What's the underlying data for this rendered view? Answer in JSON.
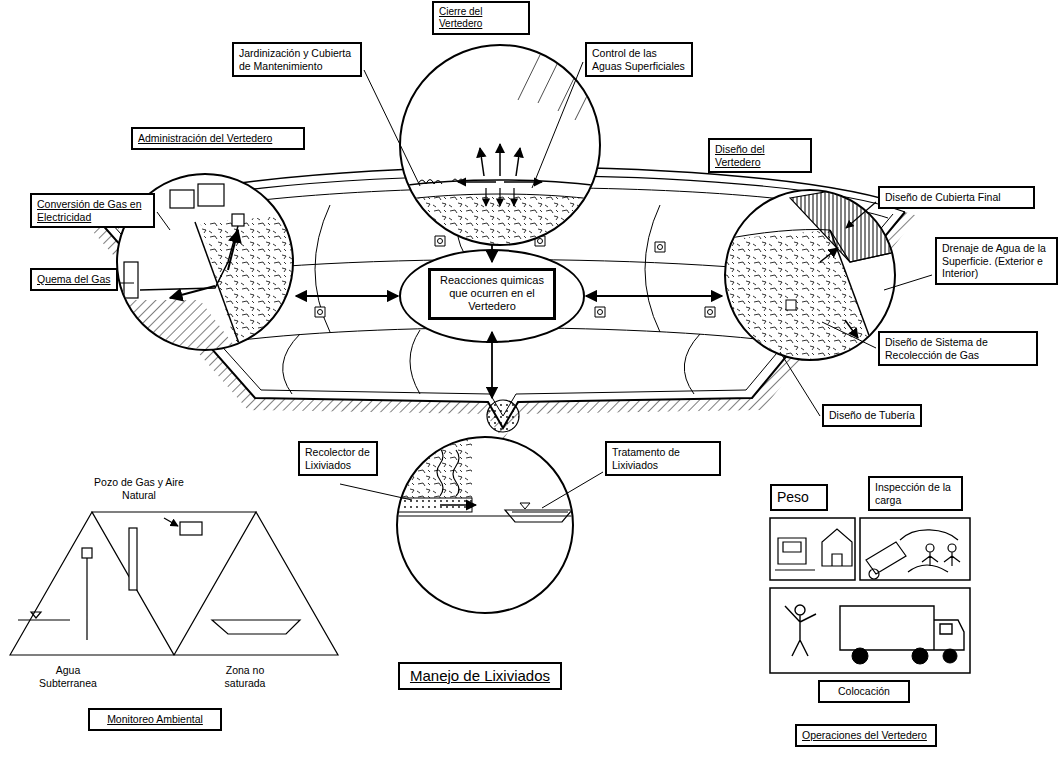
{
  "diagram": {
    "nodes": [
      {
        "text": [
          "Cierre del Vertedero"
        ]
      },
      {
        "text": [
          "Jardinización y Cubierta de Mantenimiento"
        ]
      },
      {
        "text": [
          "Control de las Aguas Superficiales"
        ]
      },
      {
        "text": [
          "Administración del Vertedero"
        ]
      },
      {
        "text": [
          "Diseño del Vertedero"
        ]
      },
      {
        "text": [
          "Conversión de Gas en Electricidad"
        ]
      },
      {
        "text": [
          "Diseño de Cubierta Final"
        ]
      },
      {
        "text": [
          "Quema del Gas"
        ]
      },
      {
        "text": [
          "Reacciones quimicas que ocurren en el Vertedero"
        ]
      },
      {
        "text": [
          "Drenaje de Agua de la Superficie. (Exterior e Interior)"
        ]
      },
      {
        "text": [
          "Diseño de Sistema de Recolección de Gas"
        ]
      },
      {
        "text": [
          "Diseño de Tubería"
        ]
      },
      {
        "text": [
          "Recolector de Lixiviados"
        ]
      },
      {
        "text": [
          "Tratamento de Lixiviados"
        ]
      },
      {
        "text": [
          "Peso"
        ]
      },
      {
        "text": [
          "Inspección de la carga"
        ]
      },
      {
        "text": [
          "Manejo de Lixiviados"
        ]
      },
      {
        "text": [
          "Colocación"
        ]
      },
      {
        "text": [
          "Monitoreo Ambiental"
        ]
      },
      {
        "text": [
          "Operaciones del Vertedero"
        ]
      }
    ],
    "labels": [
      "Pozo de Gas y Aire Natural",
      "Agua Subterranea",
      "Zona no saturada"
    ]
  }
}
